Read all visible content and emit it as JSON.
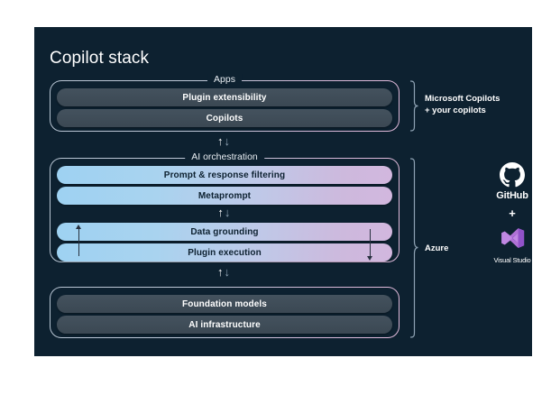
{
  "slide": {
    "title": "Copilot stack",
    "background_color": "#0d2130"
  },
  "groups": [
    {
      "id": "apps",
      "label": "Apps",
      "bars": [
        {
          "label": "Plugin extensibility",
          "style": "gray"
        },
        {
          "label": "Copilots",
          "style": "gray"
        }
      ]
    },
    {
      "id": "ai-orchestration",
      "label": "AI orchestration",
      "bars": [
        {
          "label": "Prompt & response filtering",
          "style": "blue"
        },
        {
          "label": "Metaprompt",
          "style": "blue"
        },
        {
          "label": "Data grounding",
          "style": "blue"
        },
        {
          "label": "Plugin execution",
          "style": "blue"
        }
      ]
    },
    {
      "id": "foundation",
      "label": "",
      "bars": [
        {
          "label": "Foundation models",
          "style": "gray"
        },
        {
          "label": "AI infrastructure",
          "style": "gray"
        }
      ]
    }
  ],
  "connectors": [
    {
      "id": "apps-to-orchestration",
      "up": "↑",
      "down": "↓"
    },
    {
      "id": "metaprompt-to-grounding",
      "up": "↑",
      "down": "↓"
    },
    {
      "id": "orchestration-to-foundation",
      "up": "↑",
      "down": "↓"
    }
  ],
  "brackets": [
    {
      "id": "copilots-bracket",
      "line1": "Microsoft Copilots",
      "line2": "+ your copilots"
    },
    {
      "id": "azure-bracket",
      "line1": "Azure",
      "line2": ""
    }
  ],
  "logos": [
    {
      "id": "github",
      "name": "GitHub",
      "icon": "github-icon"
    },
    {
      "id": "plus",
      "name": "+",
      "icon": "plus-icon"
    },
    {
      "id": "visual-studio",
      "name": "Visual Studio",
      "icon": "visual-studio-icon"
    }
  ],
  "colors": {
    "background": "#0d2130",
    "bar_gray": "#3e4a54",
    "bar_gradient_start": "#9ed2f2",
    "bar_gradient_end": "#d2b7de",
    "border": "#b9c6d4",
    "border_accent": "#e3bcdc",
    "text": "#ffffff",
    "visual_studio_purple": "#b072d6"
  }
}
